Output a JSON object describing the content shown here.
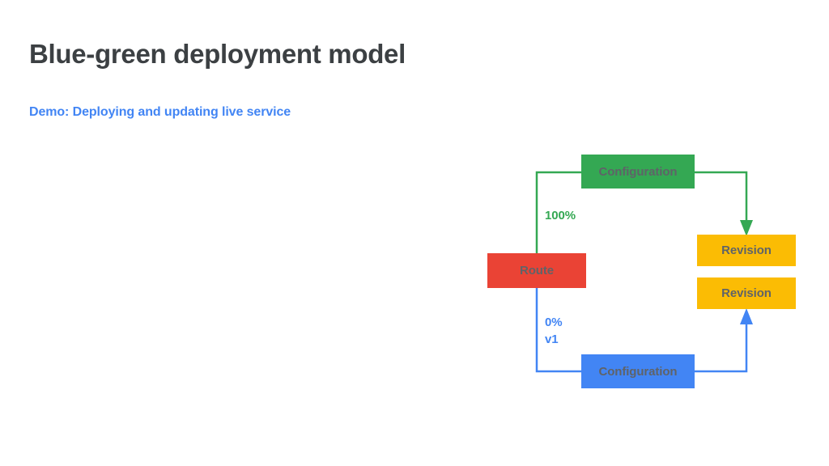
{
  "slide": {
    "title": "Blue-green deployment model",
    "subtitle": "Demo: Deploying and updating live service",
    "background_color": "#ffffff",
    "title_color": "#3c4043",
    "subtitle_color": "#4285f4"
  },
  "diagram": {
    "type": "flow-diagram",
    "palette": {
      "green": "#34a853",
      "red": "#ea4335",
      "yellow": "#fbbc04",
      "blue": "#4285f4",
      "node_text": "#5f6368"
    },
    "nodes": [
      {
        "id": "config-green",
        "label": "Configuration",
        "color": "#34a853"
      },
      {
        "id": "route",
        "label": "Route",
        "color": "#ea4335"
      },
      {
        "id": "revision-1",
        "label": "Revision",
        "color": "#fbbc04"
      },
      {
        "id": "revision-2",
        "label": "Revision",
        "color": "#fbbc04"
      },
      {
        "id": "config-blue",
        "label": "Configuration",
        "color": "#4285f4"
      }
    ],
    "edges": [
      {
        "id": "config-green-to-route",
        "from": "config-green",
        "to": "route",
        "color": "#34a853",
        "arrowhead": false,
        "label": "100%"
      },
      {
        "id": "config-green-to-revision-1",
        "from": "config-green",
        "to": "revision-1",
        "color": "#34a853",
        "arrowhead": true,
        "label": ""
      },
      {
        "id": "route-to-config-blue",
        "from": "route",
        "to": "config-blue",
        "color": "#4285f4",
        "arrowhead": false,
        "label_line1": "0%",
        "label_line2": "v1"
      },
      {
        "id": "config-blue-to-revision-2",
        "from": "config-blue",
        "to": "revision-2",
        "color": "#4285f4",
        "arrowhead": true,
        "label": ""
      }
    ],
    "labels": {
      "green_traffic": "100%",
      "blue_traffic_percent": "0%",
      "blue_traffic_version": "v1"
    }
  }
}
